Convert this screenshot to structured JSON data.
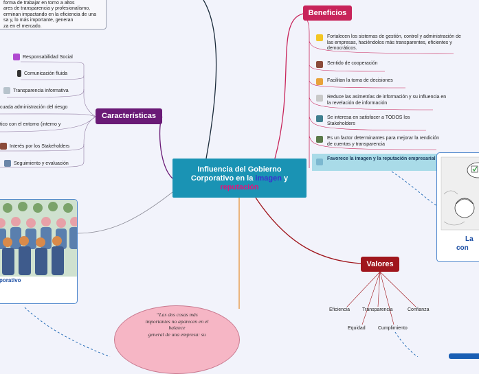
{
  "top_note": {
    "lines": [
      "forma de trabajar en torno a altos",
      "ares de transparencia y profesionalismo,",
      "erminan impactando en la eficiencia de una",
      "sa y, lo más importante, generan",
      "za en el mercado."
    ]
  },
  "central": {
    "line1": "Influencia del Gobierno",
    "line2_prefix": "Corporativo en la ",
    "line2_highlight": "imagen",
    "line2_suffix": " y",
    "line3": "reputación"
  },
  "beneficios": {
    "label": "Beneficios",
    "items": [
      {
        "text": "Fortalecen los sistemas de gestión, control y administración de las empresas, haciéndolos más transparentes,  eficientes  y  democráticos.",
        "icon": "lightbulb-icon",
        "color": "#f3c623"
      },
      {
        "text": "Sentido de cooperación",
        "icon": "people-icon",
        "color": "#8a4b3a"
      },
      {
        "text": "Facilitan la toma de decisiones",
        "icon": "folder-icon",
        "color": "#e8a23a"
      },
      {
        "text": "Reduce las asimetrías de información y su influencia en la revelación de información",
        "icon": "scale-icon",
        "color": "#c9c9c9"
      },
      {
        "text": "Se interesa en satisfacer a TODOS los Stakeholders",
        "icon": "person-icon",
        "color": "#3f7f8f"
      },
      {
        "text": "Es un factor determinantes para mejorar la rendición de cuentas y transparencia",
        "icon": "money-icon",
        "color": "#5a7a4a"
      }
    ],
    "favor": "Favorece la imagen y la reputación empresarial"
  },
  "caracteristicas": {
    "label": "Características",
    "items": [
      {
        "text": "Responsabilidad Social",
        "icon": "check-icon",
        "color": "#b04ad0"
      },
      {
        "text": "Comunicación fluida",
        "icon": "phone-icon",
        "color": "#333333"
      },
      {
        "text": "Transparencia informativa",
        "icon": "handshake-icon",
        "color": "#b7c3cc"
      },
      {
        "text": "cuada administración del riesgo",
        "icon": "",
        "color": ""
      },
      {
        "text": "tico con el entorno (interno y",
        "icon": "",
        "color": ""
      },
      {
        "text": "Interés por los Stakeholders",
        "icon": "people-icon",
        "color": "#8a4b3a"
      },
      {
        "text": "Seguimiento y evaluación",
        "icon": "chart-icon",
        "color": "#6b86a8"
      }
    ]
  },
  "valores": {
    "label": "Valores",
    "items": [
      "Eficiencia",
      "Transparencia",
      "Confianza",
      "Equidad",
      "Cumplimiento"
    ]
  },
  "crowd_caption": "orporativo",
  "cartoon_caption": [
    "La",
    "con"
  ],
  "quote": [
    "“Las dos cosas más",
    "importantes no aparecen en el",
    "balance",
    "general de una empresa: su"
  ]
}
